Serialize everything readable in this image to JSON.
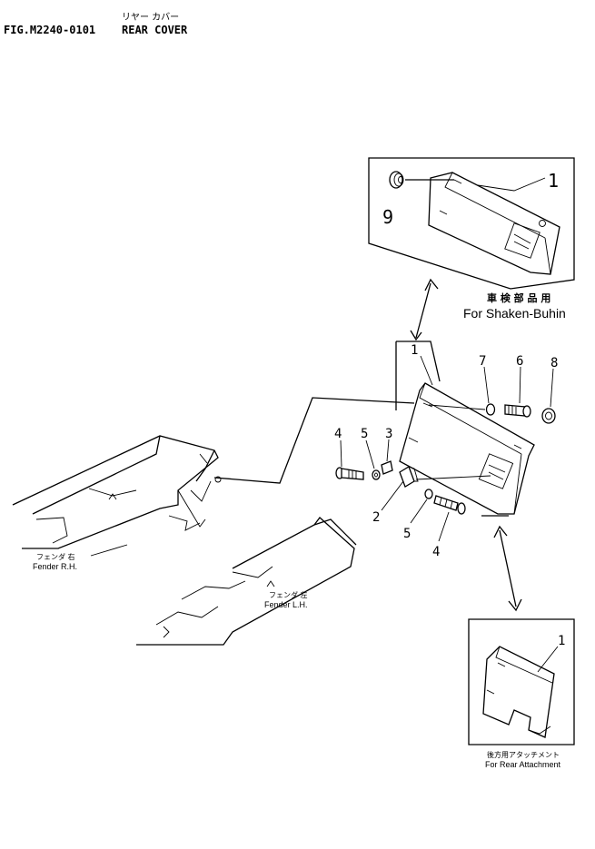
{
  "header": {
    "subtitle_ja": "リヤー カバー",
    "fig_code": "FIG.M2240-0101",
    "title": "REAR COVER"
  },
  "insets": {
    "shaken": {
      "label_ja": "車 検 部 品 用",
      "label": "For Shaken-Buhin",
      "parts": [
        "1",
        "9"
      ]
    },
    "rear_attachment": {
      "label_ja": "後方用アタッチメント",
      "label": "For Rear Attachment",
      "parts": [
        "1"
      ]
    }
  },
  "fenders": {
    "right": {
      "label_ja": "フェンダ 右",
      "label": "Fender R.H."
    },
    "left": {
      "label_ja": "フェンダ 左",
      "label": "Fender L.H."
    }
  },
  "callouts": {
    "main_cover": "1",
    "p2": "2",
    "p3": "3",
    "p4a": "4",
    "p4b": "4",
    "p5a": "5",
    "p5b": "5",
    "p6": "6",
    "p7": "7",
    "p8": "8"
  }
}
